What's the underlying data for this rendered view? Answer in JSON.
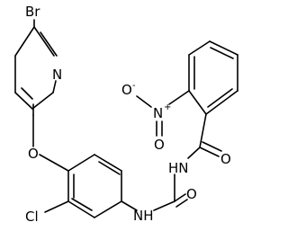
{
  "molecule": {
    "atoms": {
      "br": "Br",
      "n_pyridine": "N",
      "o_ether": "O",
      "cl": "Cl",
      "nh_urea": "NH",
      "o_urea": "O",
      "hn_amide": "HN",
      "o_amide": "O",
      "n_nitro": "N",
      "nitro_plus": "+",
      "o_nitro_minus": "O",
      "nitro_minus": "-",
      "o_nitro": "O"
    }
  }
}
